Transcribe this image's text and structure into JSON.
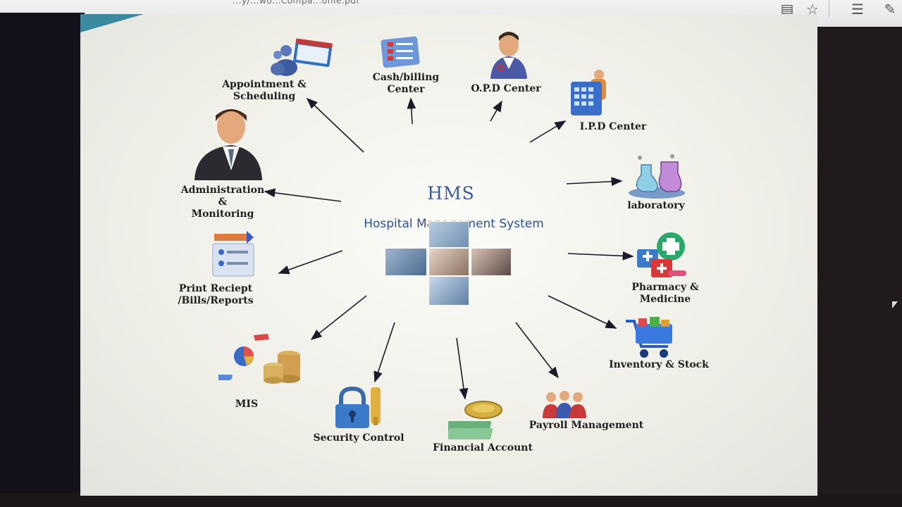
{
  "browser": {
    "url_fragment": "...y/...wo...Compa...ofile.pdf"
  },
  "diagram": {
    "title": "HMS",
    "subtitle": "Hospital Management System",
    "modules": [
      {
        "id": "appointment",
        "label_lines": [
          "Appointment &",
          "Scheduling"
        ],
        "icon": "calendar-people-icon"
      },
      {
        "id": "cash",
        "label_lines": [
          "Cash/billing",
          "Center"
        ],
        "icon": "checklist-icon"
      },
      {
        "id": "opd",
        "label_lines": [
          "O.P.D Center"
        ],
        "icon": "doctor-icon"
      },
      {
        "id": "ipd",
        "label_lines": [
          "I.P.D Center"
        ],
        "icon": "calendar-nurse-icon"
      },
      {
        "id": "lab",
        "label_lines": [
          "laboratory"
        ],
        "icon": "flask-icon"
      },
      {
        "id": "pharmacy",
        "label_lines": [
          "Pharmacy &",
          "Medicine"
        ],
        "icon": "medicine-box-icon"
      },
      {
        "id": "inventory",
        "label_lines": [
          "Inventory & Stock"
        ],
        "icon": "cart-icon"
      },
      {
        "id": "payroll",
        "label_lines": [
          "Payroll Management"
        ],
        "icon": "staff-icon"
      },
      {
        "id": "financial",
        "label_lines": [
          "Financial Account"
        ],
        "icon": "money-icon"
      },
      {
        "id": "security",
        "label_lines": [
          "Security Control"
        ],
        "icon": "padlock-icon"
      },
      {
        "id": "mis",
        "label_lines": [
          "MIS"
        ],
        "icon": "pie-chart-coins-icon"
      },
      {
        "id": "print",
        "label_lines": [
          "Print Reciept",
          "/Bills/Reports"
        ],
        "icon": "report-icon"
      },
      {
        "id": "admin",
        "label_lines": [
          "Administration",
          "&",
          "Monitoring"
        ],
        "icon": "businessman-icon"
      }
    ]
  },
  "colors": {
    "title": "#3a5a9c",
    "arrow": "#1a1a2a",
    "accent_blue": "#2f6fc4"
  }
}
